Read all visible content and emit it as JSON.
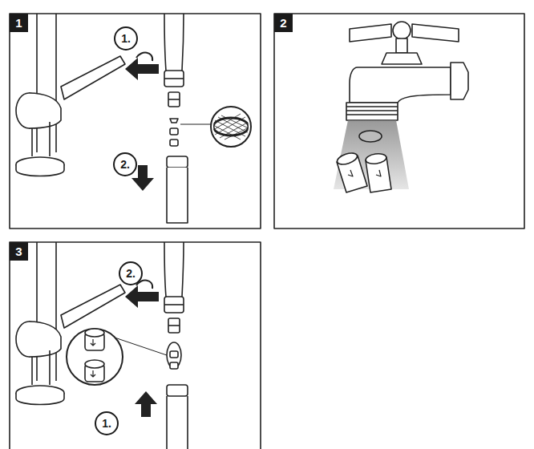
{
  "diagram": {
    "nodes": [
      {
        "text": [
          "1"
        ]
      },
      {
        "text": [
          "1."
        ]
      },
      {
        "text": [
          "2."
        ]
      },
      {
        "text": [
          "2"
        ]
      },
      {
        "text": [
          "3"
        ]
      },
      {
        "text": [
          "2."
        ]
      },
      {
        "text": [
          "1."
        ]
      }
    ]
  }
}
